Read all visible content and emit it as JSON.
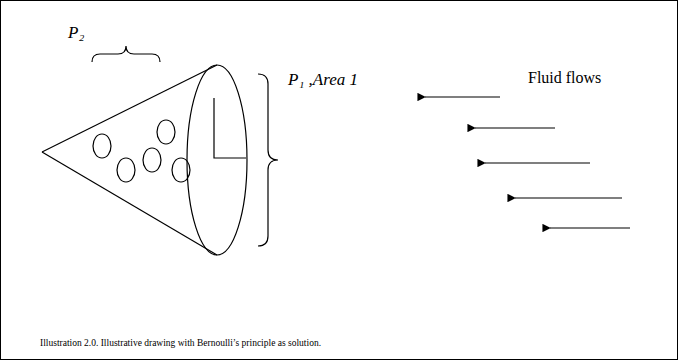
{
  "diagram": {
    "caption": "Illustration 2.0.  Illustrative drawing with Bernoulli’s principle as solution.",
    "labels": [
      "P₂",
      "P₁ ,Area 1",
      "Fluid flows"
    ]
  }
}
